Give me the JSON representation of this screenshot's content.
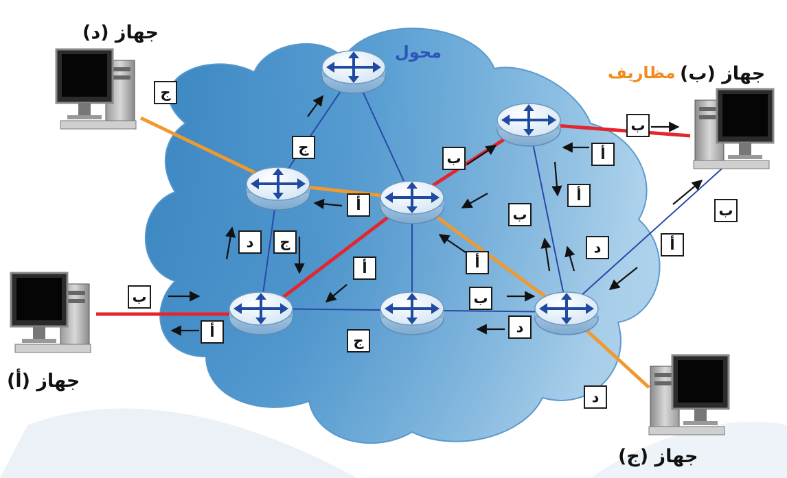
{
  "labels": {
    "switch": "محول",
    "packets": "مظاريف",
    "device_a": "جهاز (أ)",
    "device_b": "جهاز (ب)",
    "device_c": "جهاز (ج)",
    "device_d": "جهاز (د)"
  },
  "letters": {
    "a": "أ",
    "b": "ب",
    "c": "ج",
    "d": "د"
  },
  "colors": {
    "cloud_dark": "#3f8fc9",
    "cloud_light": "#a9cfeb",
    "route_red": "#e3262e",
    "route_orange": "#ef9a2e",
    "route_blue": "#2848a8",
    "router_body": "#e7f1f9",
    "router_arrows": "#1f4aa0",
    "switch_label": "#2b55b8",
    "packets_label": "#f08c1e"
  },
  "icons": [
    "router-icon",
    "desktop-computer-icon",
    "arrow-icon"
  ]
}
